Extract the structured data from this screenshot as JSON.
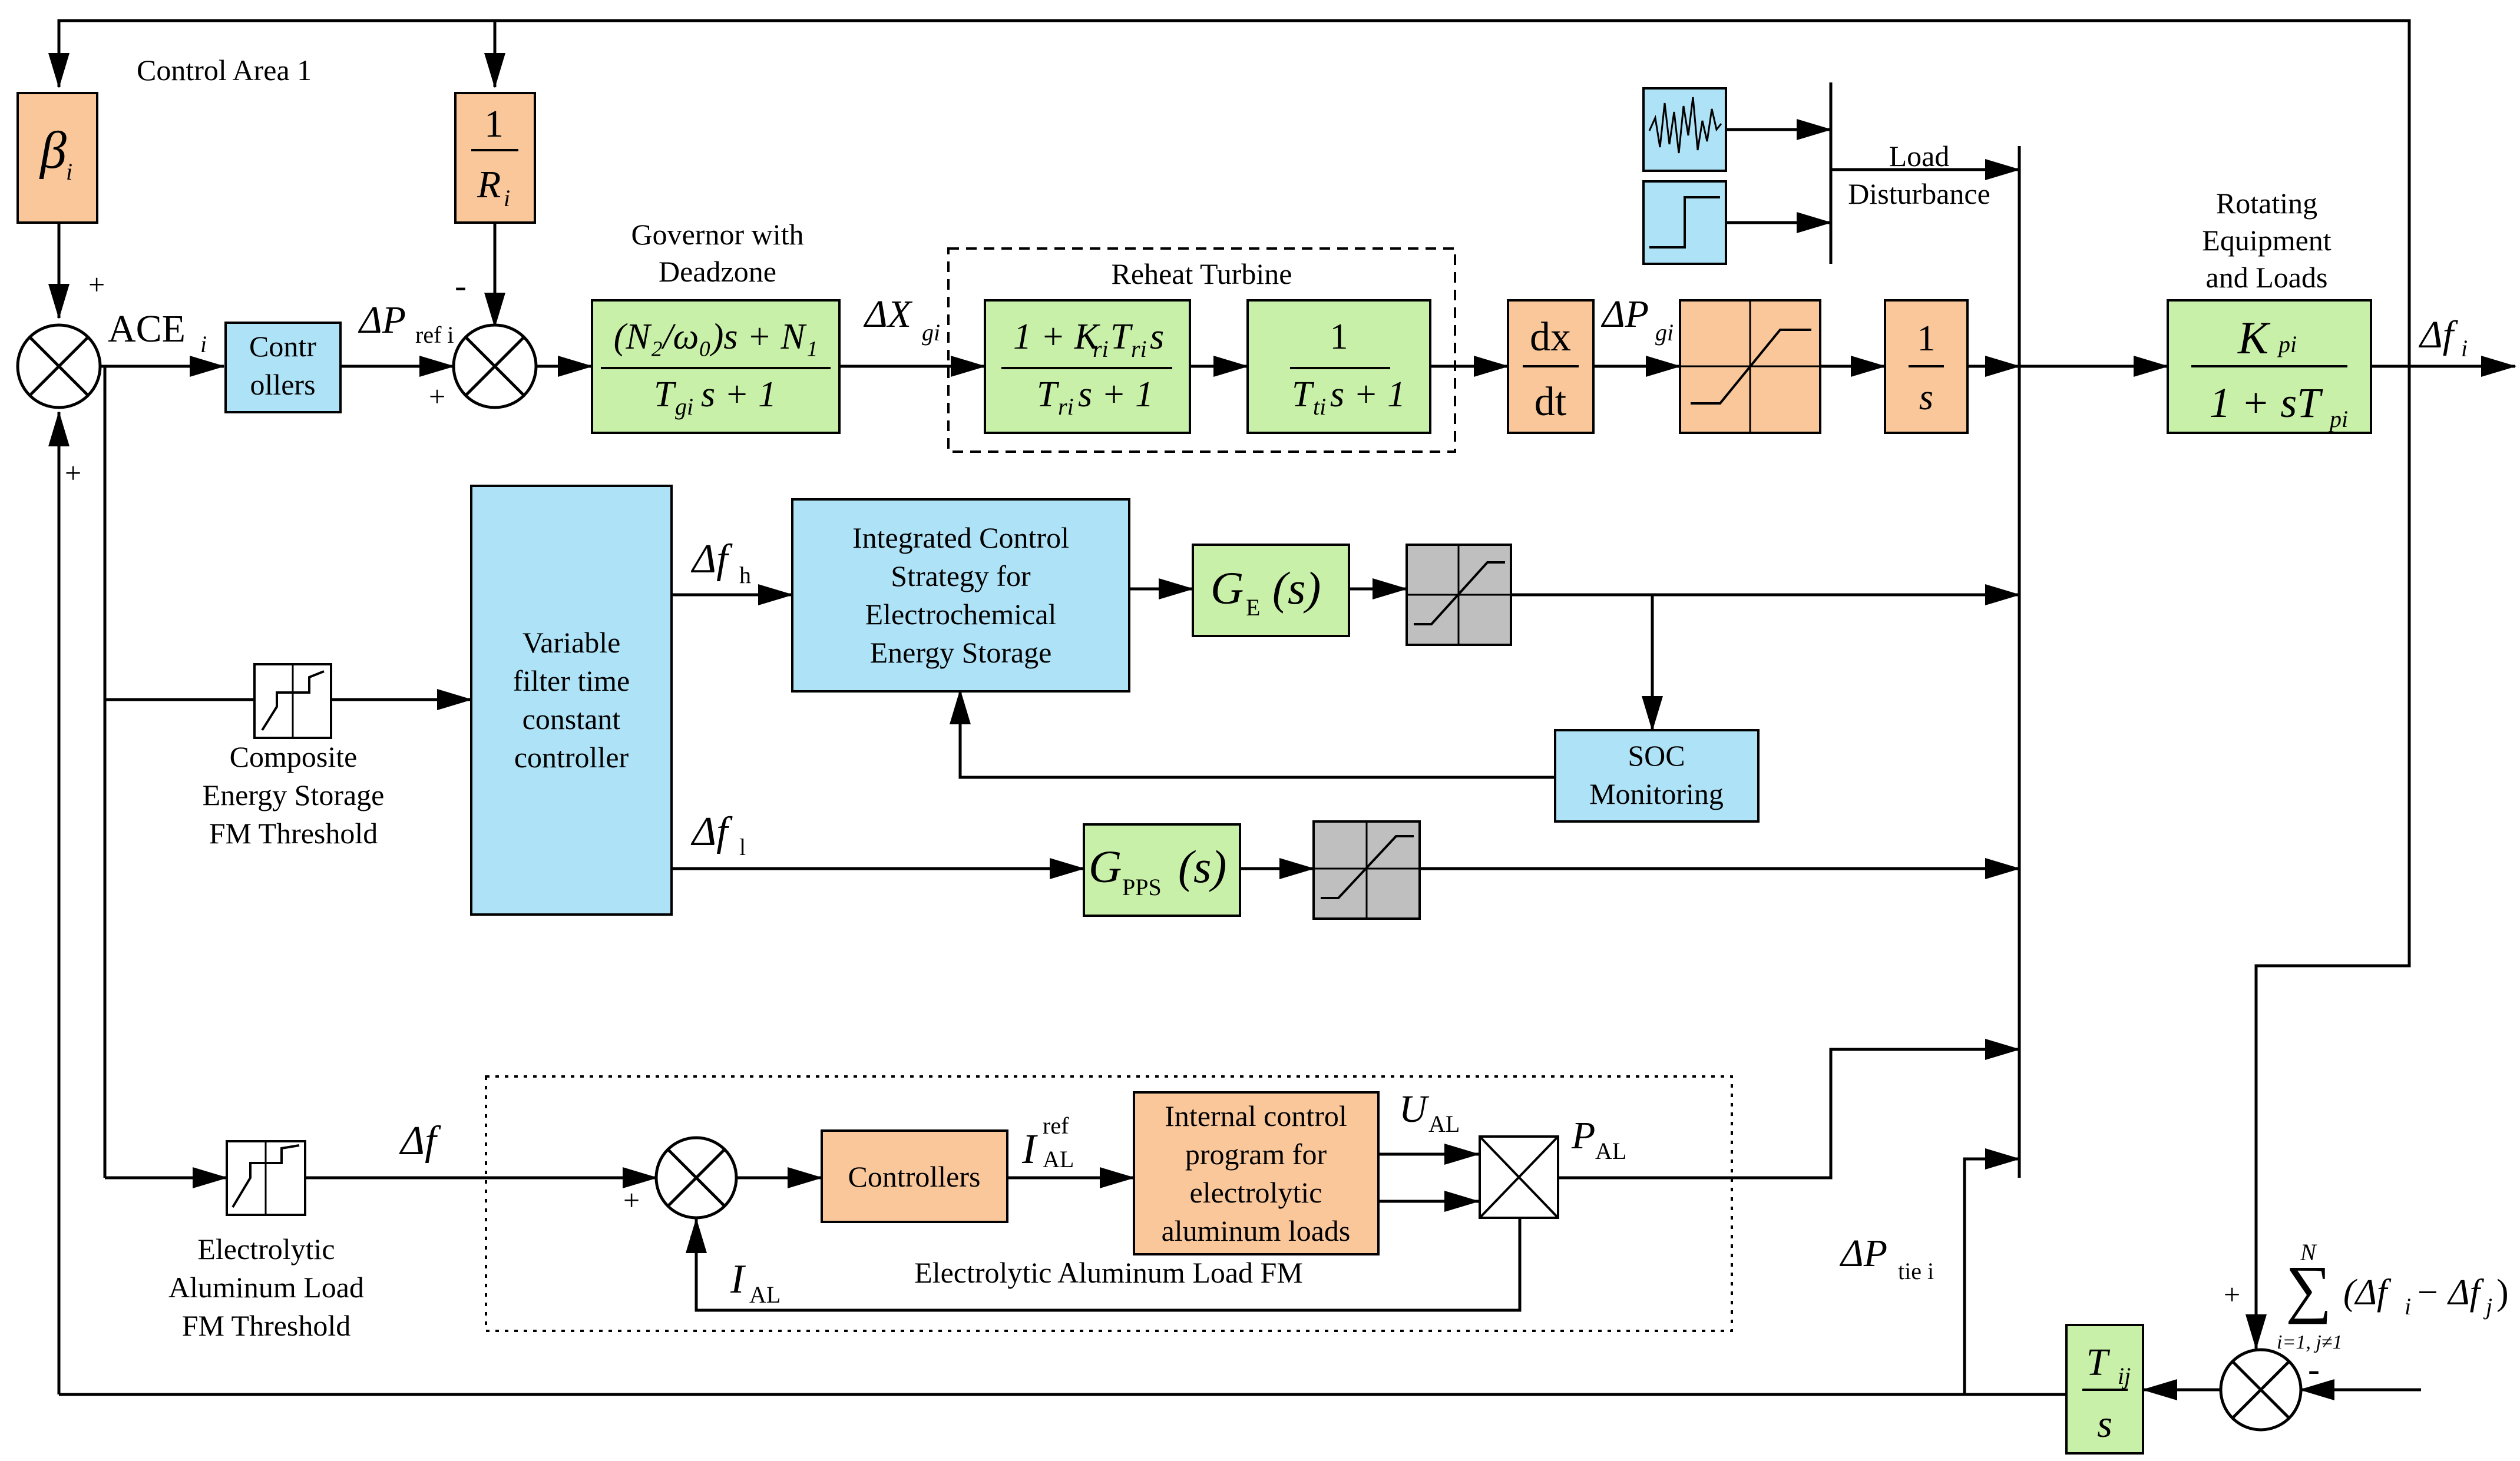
{
  "colors": {
    "orange": "#F9C79A",
    "green": "#C8F0A8",
    "blue": "#AEE2F7",
    "gray": "#BFBFBF",
    "line": "#000000"
  },
  "area_label": "Control Area 1",
  "beta": {
    "symbol": "β",
    "sub": "i"
  },
  "droop": {
    "num": "1",
    "den": "R",
    "sub": "i"
  },
  "signs": {
    "plus": "+",
    "minus": "-"
  },
  "ace": {
    "text": "ACE",
    "sub": "i"
  },
  "controllers_top": {
    "line1": "Contr",
    "line2": "ollers"
  },
  "dpref": {
    "delta": "ΔP",
    "sub": "ref i"
  },
  "governor": {
    "title_line1": "Governor with",
    "title_line2": "Deadzone",
    "num": "(N₂/ω₀)s + N₁",
    "den": "T",
    "den_sub": "gi",
    "den_rest": "s + 1"
  },
  "dxg": {
    "text": "ΔX",
    "sub": "gi"
  },
  "reheat": {
    "title": "Reheat Turbine",
    "block1_num": "1 + K",
    "block1_num_sub1": "ri",
    "block1_num_mid": "T",
    "block1_num_sub2": "ri",
    "block1_num_rest": "s",
    "block1_den": "T",
    "block1_den_sub": "ri",
    "block1_den_rest": "s + 1",
    "block2_num": "1",
    "block2_den": "T",
    "block2_den_sub": "ti",
    "block2_den_rest": "s + 1"
  },
  "derivative": {
    "num": "dx",
    "den": "dt"
  },
  "dpg": {
    "text": "ΔP",
    "sub": "gi"
  },
  "integrator": {
    "num": "1",
    "den": "s"
  },
  "load_disturbance": {
    "line1": "Load",
    "line2": "Disturbance"
  },
  "rotating": {
    "line1": "Rotating",
    "line2": "Equipment",
    "line3": "and Loads",
    "num": "K",
    "num_sub": "pi",
    "den": "1 + sT",
    "den_sub": "pi"
  },
  "df_out": {
    "text": "Δf",
    "sub": "i"
  },
  "variable_filter": {
    "line1": "Variable",
    "line2": "filter time",
    "line3": "constant",
    "line4": "controller"
  },
  "dfh": {
    "text": "Δf",
    "sub": "h"
  },
  "dfl": {
    "text": "Δf",
    "sub": "l"
  },
  "integrated": {
    "line1": "Integrated Control",
    "line2": "Strategy for",
    "line3": "Electrochemical",
    "line4": "Energy Storage"
  },
  "ge": {
    "text": "G",
    "sub": "E",
    "rest": "(s)"
  },
  "gpps": {
    "text": "G",
    "sub": "PPS",
    "rest": "(s)"
  },
  "soc": {
    "line1": "SOC",
    "line2": "Monitoring"
  },
  "composite_threshold": {
    "line1": "Composite",
    "line2": "Energy Storage",
    "line3": "FM Threshold"
  },
  "al_threshold": {
    "line1": "Electrolytic",
    "line2": "Aluminum Load",
    "line3": "FM Threshold"
  },
  "df_al": {
    "text": "Δf"
  },
  "controllers_al": "Controllers",
  "iref": {
    "text": "I",
    "sup": "ref",
    "sub": "AL"
  },
  "internal": {
    "line1": "Internal control",
    "line2": "program for",
    "line3": "electrolytic",
    "line4": "aluminum loads"
  },
  "ual": {
    "text": "U",
    "sub": "AL"
  },
  "pal": {
    "text": "P",
    "sub": "AL"
  },
  "ial": {
    "text": "I",
    "sub": "AL"
  },
  "al_fm_label": "Electrolytic Aluminum Load FM",
  "dptie": {
    "text": "ΔP",
    "sub": "tie i"
  },
  "sum_formula": {
    "top": "N",
    "sigma": "∑",
    "bottom": "i=1, j≠1",
    "expr": "(Δf",
    "sub_i": "i",
    "mid": " − Δf",
    "sub_j": "j",
    "end": ")"
  },
  "tij": {
    "num": "T",
    "num_sub": "ij",
    "den": "s"
  }
}
